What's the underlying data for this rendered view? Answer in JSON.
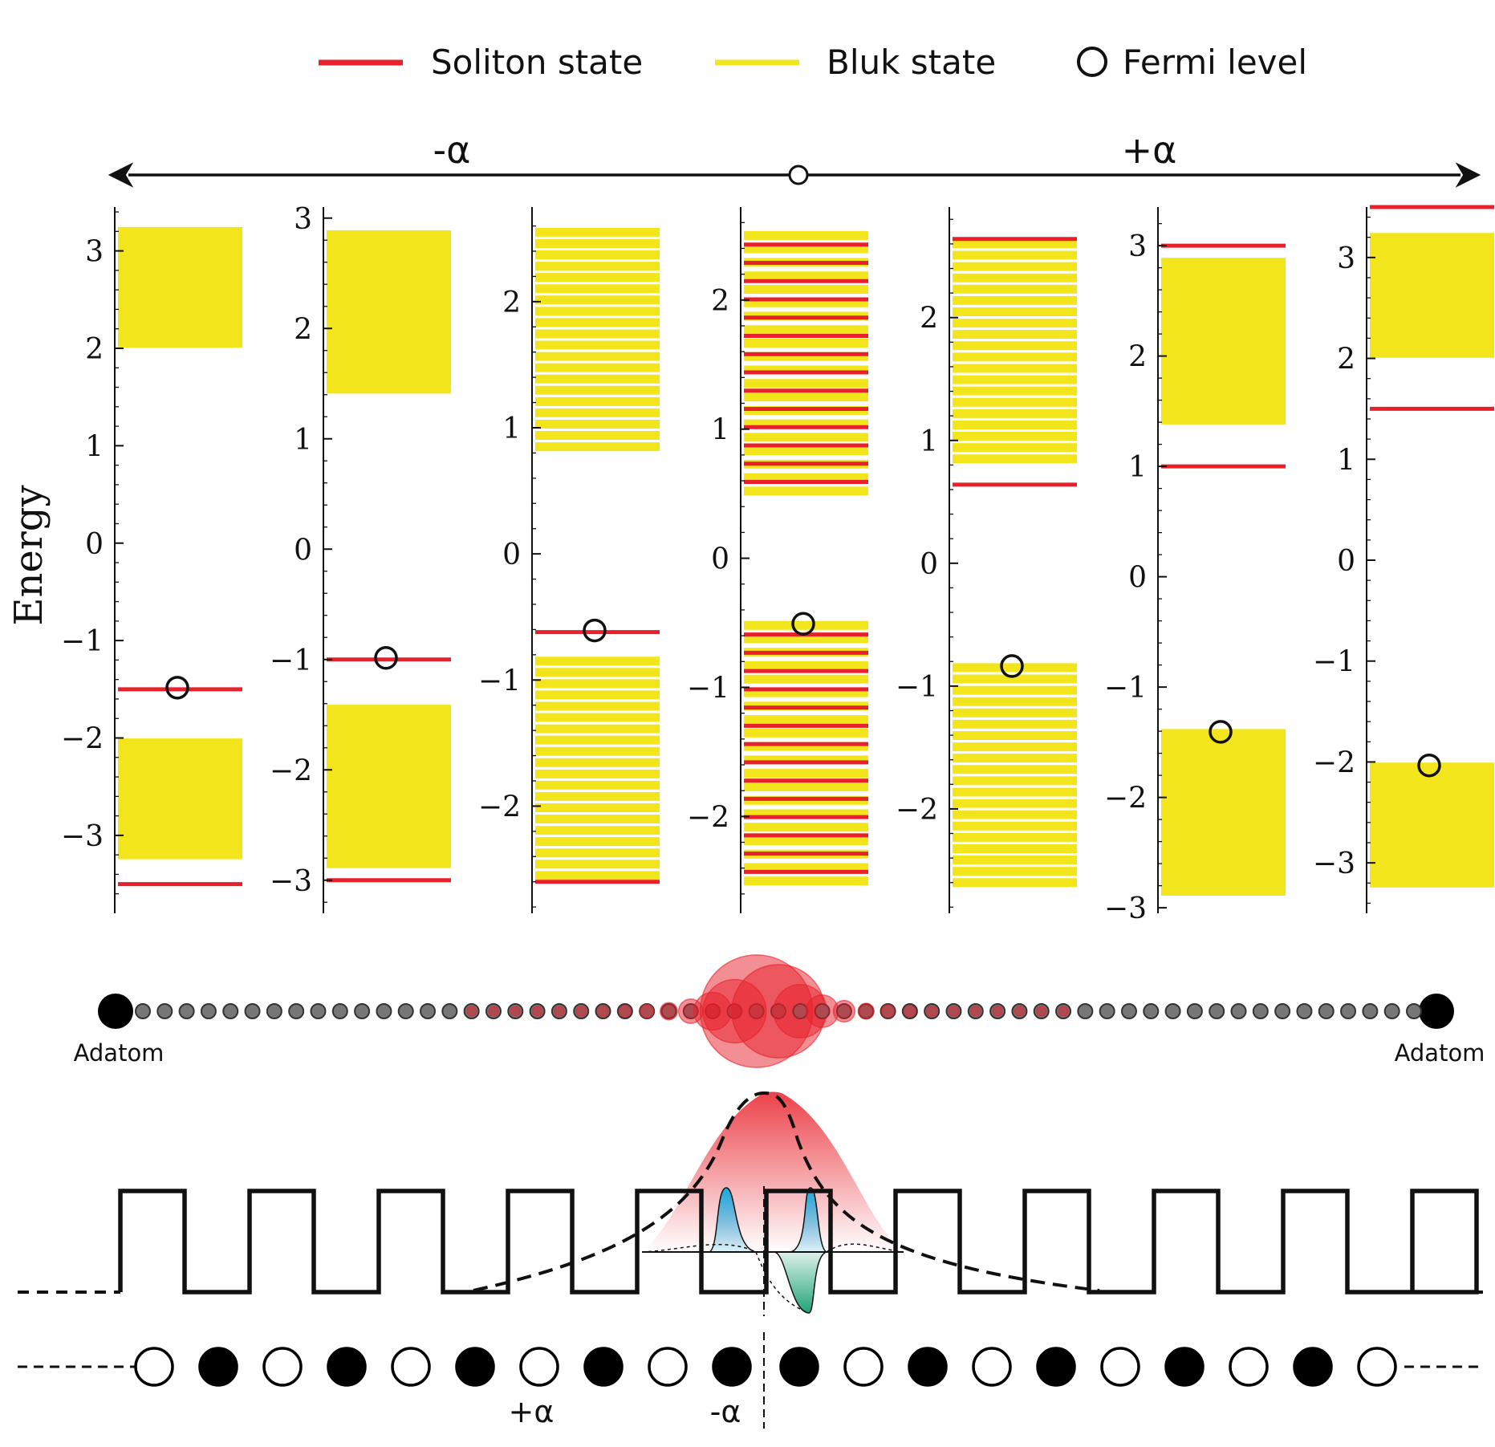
{
  "legend": {
    "soliton_label": "Soliton state",
    "bulk_label": "Bluk state",
    "fermi_label": "Fermi level",
    "soliton_color": "#e8202a",
    "bulk_color": "#f2e51b"
  },
  "arrow": {
    "left_label": "-α",
    "right_label": "+α"
  },
  "ylabel": "Energy",
  "chain": {
    "left_label": "Adatom",
    "right_label": "Adatom"
  },
  "sequence_labels": {
    "plus": "+α",
    "minus": "-α"
  },
  "chart_data": {
    "type": "energy-level diagram",
    "ylabel": "Energy",
    "panels": [
      {
        "ylim": [
          -3.8,
          3.45
        ],
        "ticks": [
          -3,
          -2,
          -1,
          0,
          1,
          2,
          3
        ],
        "bulk": [
          [
            -3.2,
            -2.05
          ],
          [
            2.05,
            3.2
          ]
        ],
        "soliton": [
          -3.5,
          -1.5
        ],
        "fermi": -1.5
      },
      {
        "ylim": [
          -3.3,
          3.1
        ],
        "ticks": [
          -3,
          -2,
          -1,
          0,
          1,
          2,
          3
        ],
        "bulk": [
          [
            -2.85,
            -1.45
          ],
          [
            1.45,
            2.85
          ]
        ],
        "soliton": [
          -3.0,
          -1.0
        ],
        "fermi": -1.0
      },
      {
        "ylim": [
          -2.85,
          2.75
        ],
        "ticks": [
          -2,
          -1,
          0,
          1,
          2
        ],
        "bulk": [
          [
            -2.55,
            -0.85
          ],
          [
            0.85,
            2.55
          ]
        ],
        "soliton": [
          -2.6,
          -0.62
        ],
        "fermi": -0.62
      },
      {
        "ylim": [
          -2.75,
          2.72
        ],
        "ticks": [
          -2,
          -1,
          0,
          1,
          2
        ],
        "bulk": [
          [
            -2.5,
            -0.52
          ],
          [
            0.52,
            2.5
          ]
        ],
        "soliton_band": [
          [
            -2.5,
            -0.52
          ],
          [
            0.52,
            2.5
          ]
        ],
        "fermi": -0.52
      },
      {
        "ylim": [
          -2.85,
          2.9
        ],
        "ticks": [
          -2,
          -1,
          0,
          1,
          2
        ],
        "bulk": [
          [
            -2.6,
            -0.85
          ],
          [
            0.85,
            2.6
          ]
        ],
        "soliton": [
          0.64,
          2.64
        ],
        "fermi": -0.85
      },
      {
        "ylim": [
          -3.05,
          3.35
        ],
        "ticks": [
          -3,
          -2,
          -1,
          0,
          1,
          2,
          3
        ],
        "bulk": [
          [
            -2.85,
            -1.42
          ],
          [
            1.42,
            2.85
          ]
        ],
        "soliton": [
          1.0,
          3.0
        ],
        "fermi": -1.42
      },
      {
        "ylim": [
          -3.5,
          3.5
        ],
        "ticks": [
          -3,
          -2,
          -1,
          0,
          1,
          2,
          3
        ],
        "bulk": [
          [
            -3.2,
            -2.05
          ],
          [
            2.05,
            3.2
          ]
        ],
        "soliton": [
          1.5,
          3.5
        ],
        "fermi": -2.05
      }
    ]
  }
}
